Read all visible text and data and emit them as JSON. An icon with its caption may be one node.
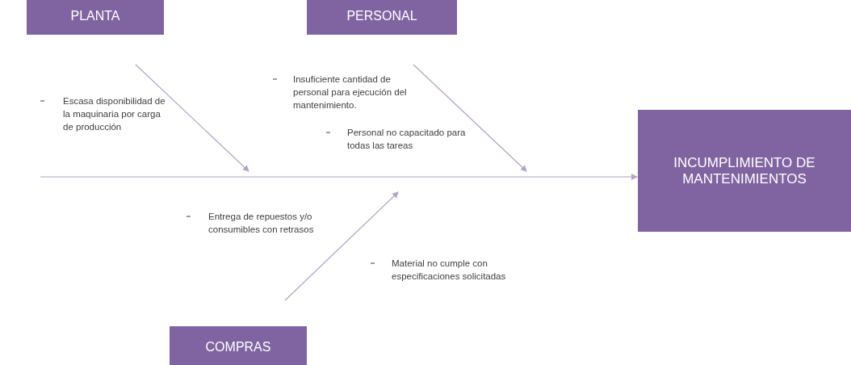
{
  "diagram": {
    "nodes": [
      {
        "text": [
          "PLANTA"
        ]
      },
      {
        "text": [
          "PERSONAL"
        ]
      },
      {
        "text": [
          "COMPRAS"
        ]
      },
      {
        "text": [
          "INCUMPLIMIENTO DE MANTENIMIENTOS"
        ]
      }
    ],
    "edges": [
      {
        "from": 0,
        "to": null,
        "arrow": "to"
      },
      {
        "from": 1,
        "to": null,
        "arrow": "to"
      },
      {
        "from": 2,
        "to": null,
        "arrow": "to"
      },
      {
        "from": null,
        "to": 3,
        "arrow": "to"
      }
    ],
    "labels": [
      "Escasa disponibilidad de la maquinaria por carga de producción",
      "Insuficiente cantidad de personal para ejecución del mantenimiento.",
      "Personal no capacitado para todas las tareas",
      "Entrega de repuestos y/o consumibles con retrasos",
      "Material no cumple con especificaciones solicitadas"
    ]
  }
}
